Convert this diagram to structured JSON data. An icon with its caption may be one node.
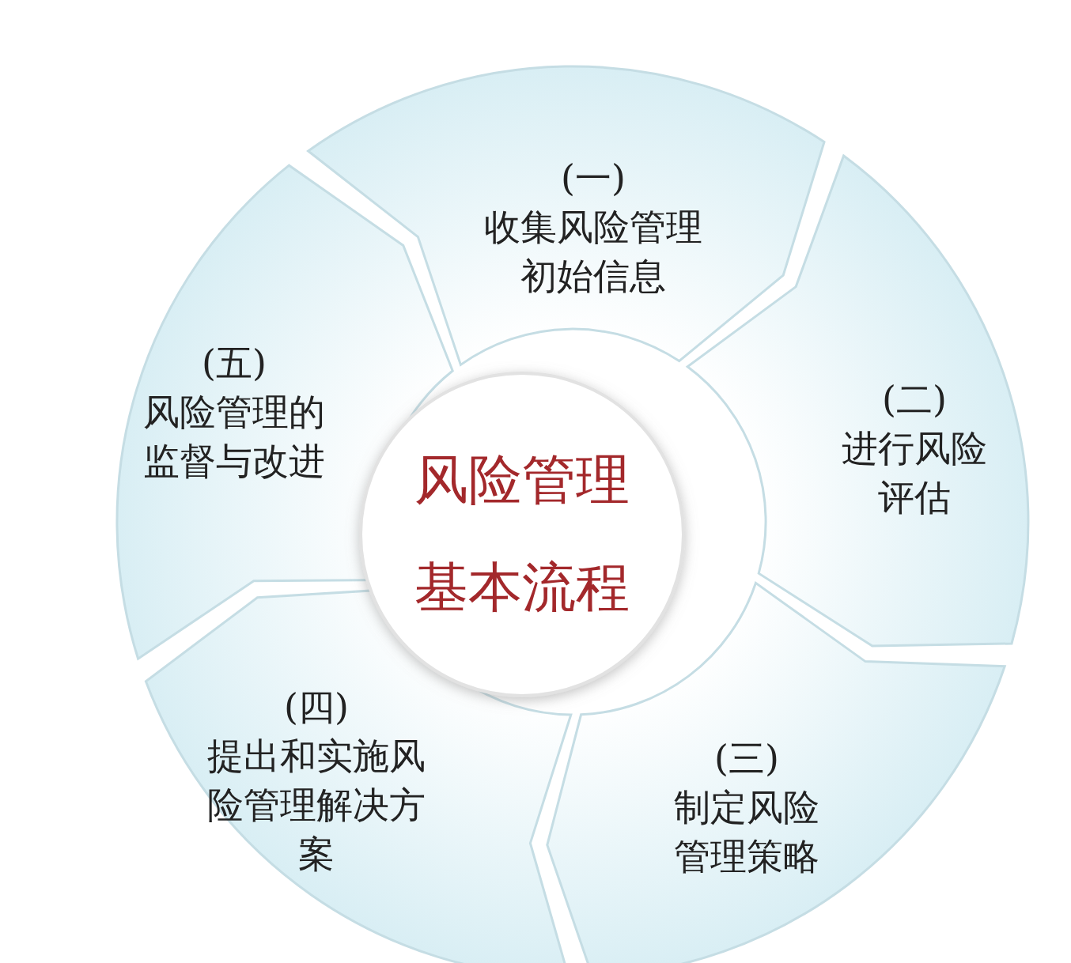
{
  "diagram": {
    "nodes": [
      {
        "text": [
          "风险管理基本流程"
        ]
      },
      {
        "text": [
          "(一)",
          "收集风险管理初始信息"
        ]
      },
      {
        "text": [
          "(二)",
          "进行风险评估"
        ]
      },
      {
        "text": [
          "(三)",
          "制定风险管理策略"
        ]
      },
      {
        "text": [
          "(四)",
          "提出和实施风险管理解决方案"
        ]
      },
      {
        "text": [
          "(五)",
          "风险管理的监督与改进"
        ]
      }
    ]
  }
}
